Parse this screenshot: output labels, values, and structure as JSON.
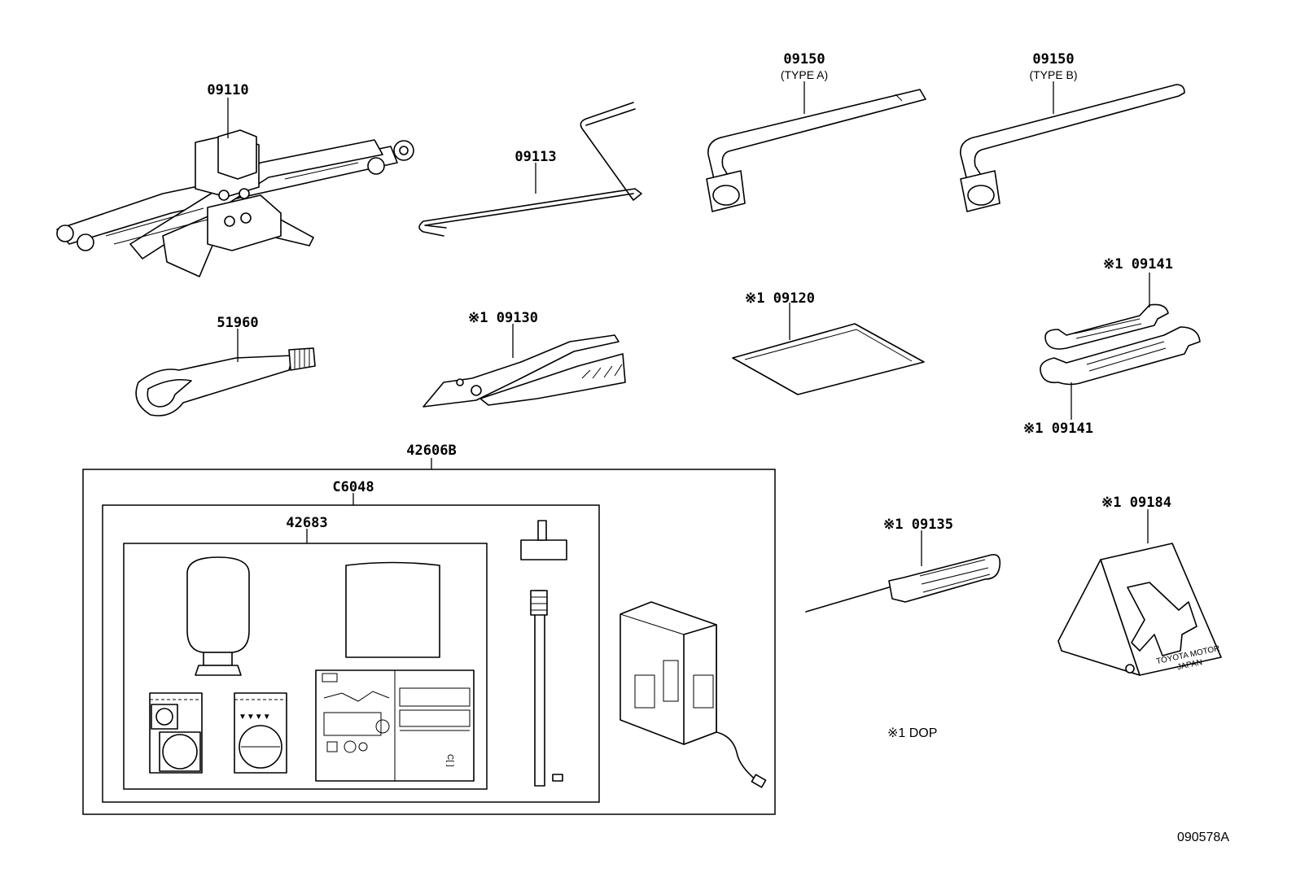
{
  "labels": {
    "jack": "09110",
    "jack_handle": "09113",
    "wrench_a": "09150",
    "wrench_a_type": "(TYPE A)",
    "wrench_b": "09150",
    "wrench_b_type": "(TYPE B)",
    "towing_eye": "51960",
    "pliers": "※1 09130",
    "tool_bag": "※1 09120",
    "spanner_top": "※1 09141",
    "spanner_bottom": "※1 09141",
    "repair_kit": "42606B",
    "sub_kit": "C6048",
    "sealant_set": "42683",
    "screwdriver": "※1 09135",
    "wheel_chock": "※1 09184",
    "chock_text_1": "TOYOTA MOTOR",
    "chock_text_2": "JAPAN"
  },
  "note": "※1  DOP",
  "diagram_id": "090578A"
}
